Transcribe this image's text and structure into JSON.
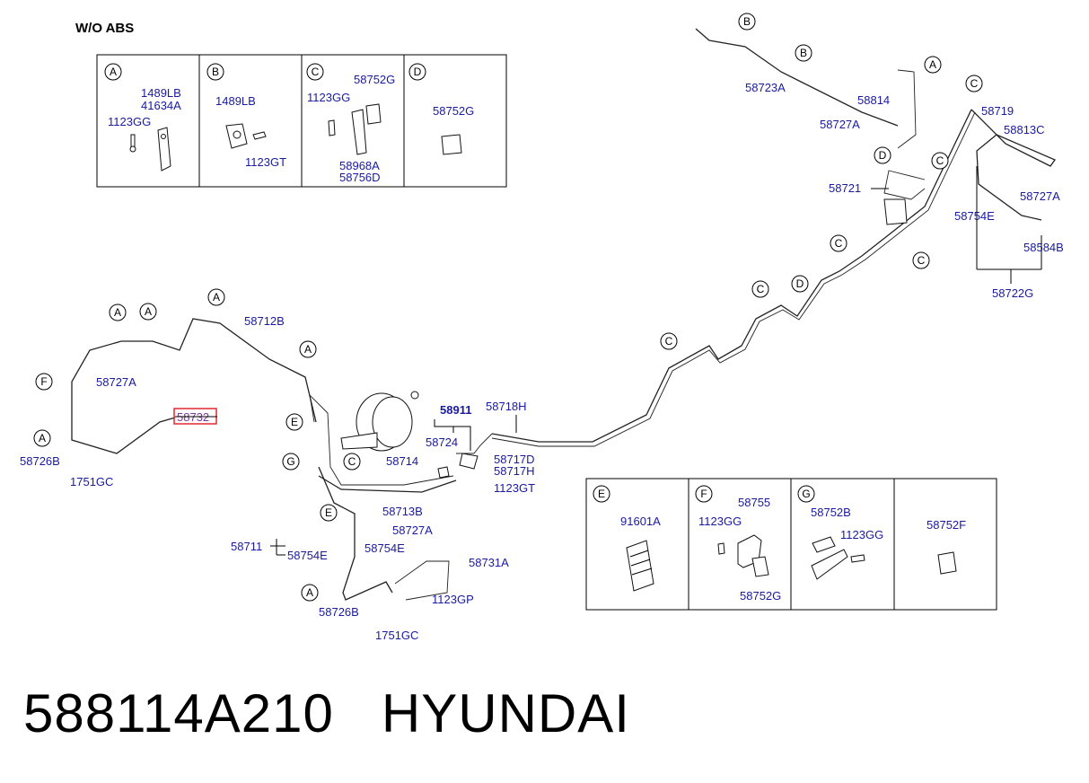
{
  "header": {
    "title": "W/O ABS"
  },
  "inset_top": {
    "A": {
      "letter": "A",
      "labels": [
        "1489LB",
        "41634A",
        "1123GG"
      ]
    },
    "B": {
      "letter": "B",
      "labels": [
        "1489LB",
        "1123GT"
      ]
    },
    "C": {
      "letter": "C",
      "labels": [
        "58752G",
        "1123GG",
        "58968A",
        "58756D"
      ]
    },
    "D": {
      "letter": "D",
      "labels": [
        "58752G"
      ]
    }
  },
  "inset_bottom": {
    "E": {
      "letter": "E",
      "labels": [
        "91601A"
      ]
    },
    "F": {
      "letter": "F",
      "labels": [
        "58755",
        "1123GG",
        "58752G"
      ]
    },
    "G": {
      "letter": "G",
      "labels": [
        "58752B",
        "1123GG"
      ]
    },
    "H": {
      "labels": [
        "58752F"
      ]
    }
  },
  "callouts": {
    "l58723A": "58723A",
    "l58814": "58814",
    "l58727A_tr": "58727A",
    "l58719": "58719",
    "l58813C": "58813C",
    "l58721": "58721",
    "l58727A_r": "58727A",
    "l58754E_r": "58754E",
    "l58584B": "58584B",
    "l58722G": "58722G",
    "l58712B": "58712B",
    "l58727A_l": "58727A",
    "l58732": "58732",
    "l58726B_l": "58726B",
    "l1751GC_l": "1751GC",
    "l58911": "58911",
    "l58718H": "58718H",
    "l58724": "58724",
    "l58714": "58714",
    "l58717D": "58717D",
    "l58717H": "58717H",
    "l1123GT": "1123GT",
    "l58713B": "58713B",
    "l58711": "58711",
    "l58754E_b": "58754E",
    "l58727A_b": "58727A",
    "l58754E_b2": "58754E",
    "l58731A": "58731A",
    "l1123GP": "1123GP",
    "l58726B_b": "58726B",
    "l1751GC_b": "1751GC"
  },
  "markers": {
    "mB1": "B",
    "mB2": "B",
    "mA_tr": "A",
    "mC_tr": "C",
    "mD_tr": "D",
    "mC_r1": "C",
    "mC_r2": "C",
    "mC_m1": "C",
    "mC_m2": "C",
    "mD_m": "D",
    "mC_m3": "C",
    "mA1": "A",
    "mA2": "A",
    "mA3": "A",
    "mA4": "A",
    "mF": "F",
    "mA5": "A",
    "mE1": "E",
    "mG": "G",
    "mC_c": "C",
    "mE2": "E",
    "mA6": "A"
  },
  "caption": {
    "part_number": "588114A210",
    "brand": "HYUNDAI"
  },
  "colors": {
    "label": "#1a1aa0",
    "highlight": "#e0282f",
    "line": "#222222"
  }
}
